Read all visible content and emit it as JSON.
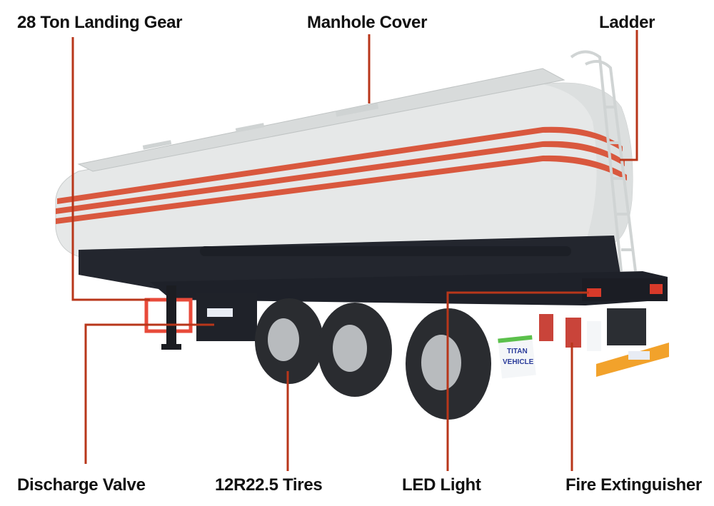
{
  "diagram": {
    "subject": "Tri-axle fuel tanker semi-trailer",
    "brand_plate_text": "TITAN VEHICLE",
    "mudflap_text": [
      "TITAN",
      "VEHICLE"
    ],
    "callout_color": "#b8361a",
    "stripe_color": "#d9583e",
    "tank_color": "#e9ebeb"
  },
  "labels": {
    "top": [
      {
        "id": "landing-gear",
        "text": "28 Ton Landing Gear"
      },
      {
        "id": "manhole-cover",
        "text": "Manhole Cover"
      },
      {
        "id": "ladder",
        "text": "Ladder"
      }
    ],
    "bottom": [
      {
        "id": "discharge-valve",
        "text": "Discharge Valve"
      },
      {
        "id": "tires",
        "text": "12R22.5 Tires"
      },
      {
        "id": "led-light",
        "text": "LED Light"
      },
      {
        "id": "fire-extinguisher",
        "text": "Fire Extinguisher"
      }
    ]
  }
}
